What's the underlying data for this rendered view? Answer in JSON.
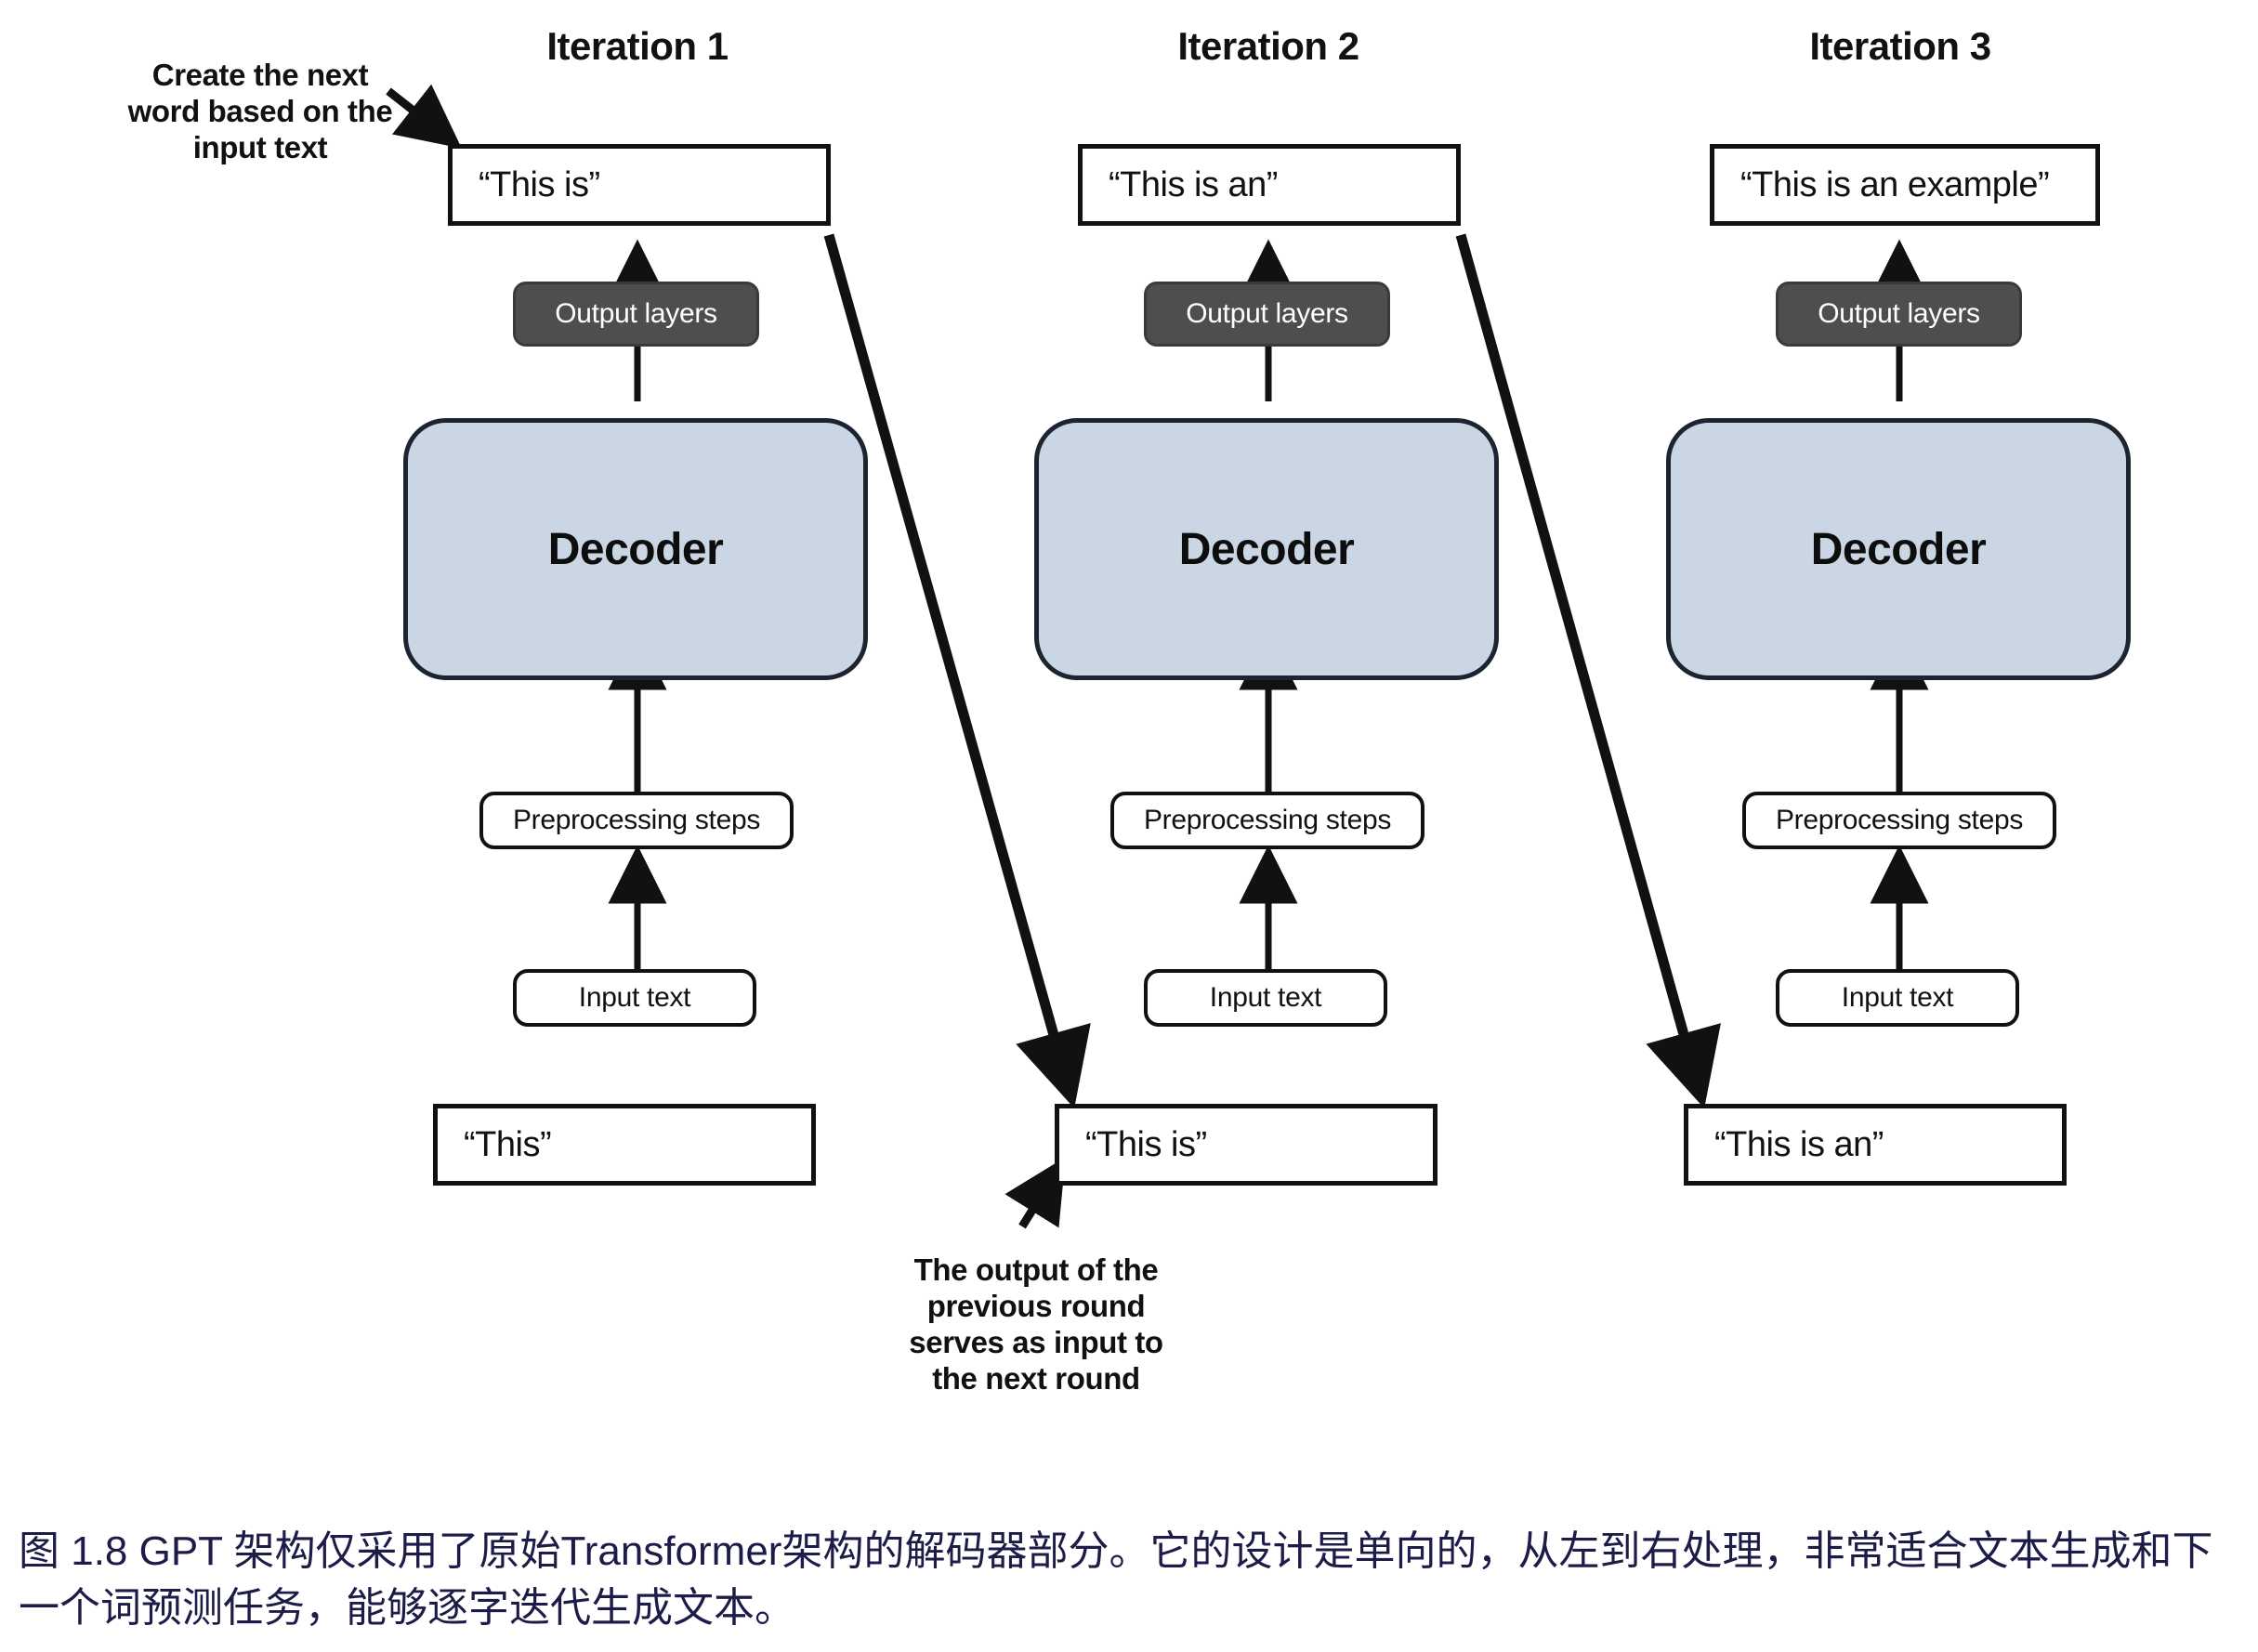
{
  "figure": {
    "caption": "图 1.8  GPT 架构仅采用了原始Transformer架构的解码器部分。它的设计是单向的，从左到右处理，非常适合文本生成和下一个词预测任务，能够逐字迭代生成文本。",
    "caption_color": "#1d1c48"
  },
  "annotations": {
    "top_left": "Create the next word based on the input text",
    "top_left_lines": [
      "Create the next",
      "word based on the",
      "input text"
    ],
    "bottom_center": "The output of the previous round serves as input to the next round",
    "bottom_center_lines": [
      "The output of the",
      "previous round",
      "serves as input to",
      "the next round"
    ]
  },
  "shared_labels": {
    "output_layers": "Output layers",
    "decoder": "Decoder",
    "preprocessing_steps": "Preprocessing steps",
    "input_text": "Input text"
  },
  "colors": {
    "decoder_fill": "#cbd6e4",
    "decoder_stroke": "#1b2430",
    "output_layers_fill": "#4e4e4e",
    "output_layers_text": "#ffffff",
    "box_stroke": "#111111",
    "page_background": "#ffffff"
  },
  "columns": [
    {
      "title": "Iteration 1",
      "output_text": "“This is”",
      "output_layers": "Output layers",
      "decoder": "Decoder",
      "preprocessing_steps": "Preprocessing steps",
      "input_text": "Input text",
      "input_value": "“This”"
    },
    {
      "title": "Iteration 2",
      "output_text": "“This is an”",
      "output_layers": "Output layers",
      "decoder": "Decoder",
      "preprocessing_steps": "Preprocessing steps",
      "input_text": "Input text",
      "input_value": "“This is”"
    },
    {
      "title": "Iteration 3",
      "output_text": "“This is an example”",
      "output_layers": "Output layers",
      "decoder": "Decoder",
      "preprocessing_steps": "Preprocessing steps",
      "input_text": "Input text",
      "input_value": "“This is an”"
    }
  ]
}
